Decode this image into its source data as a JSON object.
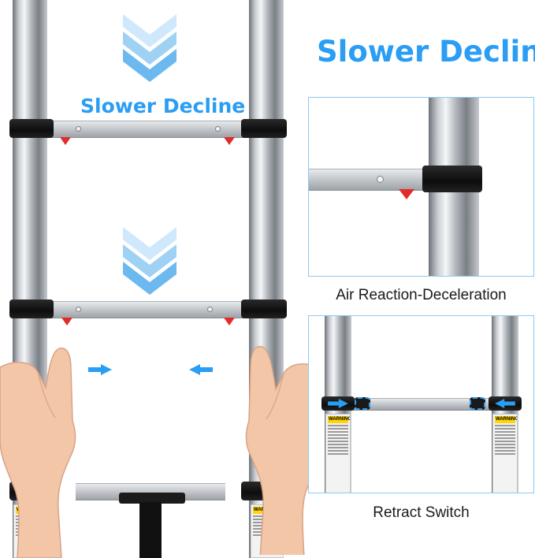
{
  "main_heading": "Slower Decline",
  "left_heading": "Slower Decline",
  "panels": [
    {
      "caption": "Air Reaction-Deceleration"
    },
    {
      "caption": "Retract Switch"
    }
  ],
  "warning_label": "WARNING",
  "colors": {
    "accent": "#2a9df4",
    "red_tab": "#e32b2b",
    "panel_border": "#8ec9ef"
  },
  "icons": [
    "chevron-down-icon",
    "arrow-right-icon",
    "arrow-left-icon"
  ]
}
